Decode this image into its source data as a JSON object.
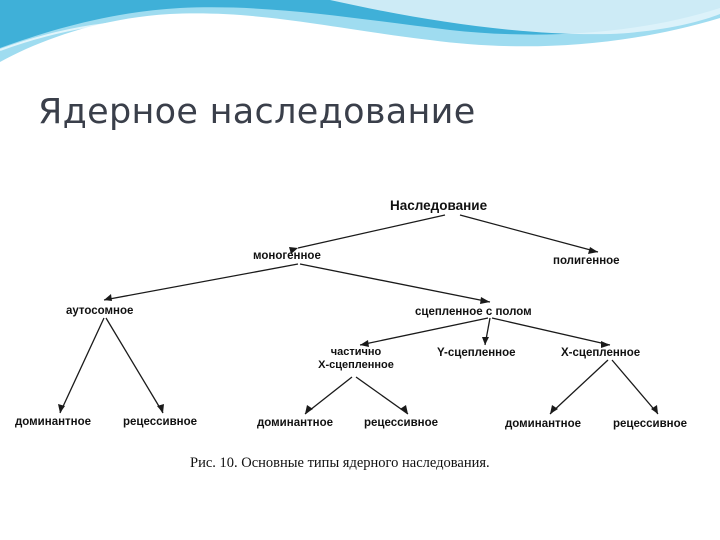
{
  "slide": {
    "title": "Ядерное наследование"
  },
  "diagram": {
    "root": "Наследование",
    "level1": {
      "left": "моногенное",
      "right": "полигенное"
    },
    "level2": {
      "left": "аутосомное",
      "right": "сцепленное с полом"
    },
    "sex_linked": {
      "partial_line1": "частично",
      "partial_line2": "Х-сцепленное",
      "y_linked": "Y-сцепленное",
      "x_linked": "Х-сцепленное"
    },
    "leaves": {
      "autosomal_dominant": "доминантное",
      "autosomal_recessive": "рецессивное",
      "partial_dominant": "доминантное",
      "partial_recessive": "рецессивное",
      "x_dominant": "доминантное",
      "x_recessive": "рецессивное"
    },
    "caption": "Рис. 10. Основные типы ядерного наследования."
  },
  "colors": {
    "wave_dark": "#3fb0d8",
    "wave_light": "#bfe6f5",
    "title_text": "#3a3f4a",
    "diagram_lines": "#1a1a1a"
  }
}
